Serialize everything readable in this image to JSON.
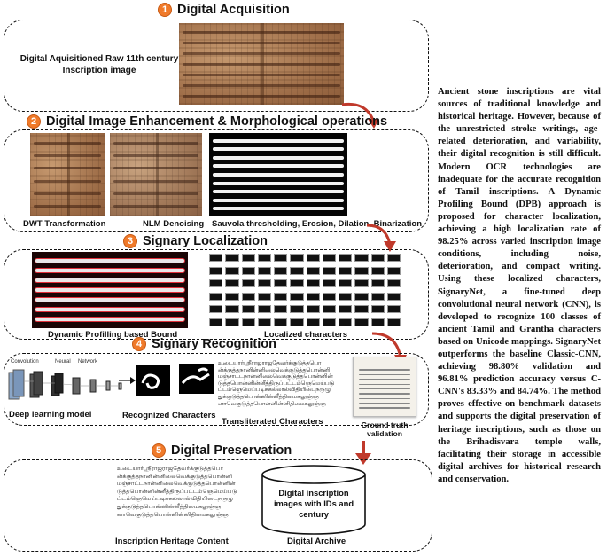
{
  "stages": [
    {
      "number": "1",
      "title": "Digital Acquisition"
    },
    {
      "number": "2",
      "title": "Digital Image Enhancement & Morphological operations"
    },
    {
      "number": "3",
      "title": "Signary Localization"
    },
    {
      "number": "4",
      "title": "Signary Recognition"
    },
    {
      "number": "5",
      "title": "Digital Preservation"
    }
  ],
  "acquisition": {
    "caption": "Digital Aquisitioned Raw 11th century Inscription image"
  },
  "enhancement": {
    "dwt_label": "DWT Transformation",
    "nlm_label": "NLM Denoising",
    "morph_label": "Sauvola thresholding, Erosion, Dilation, Binarization"
  },
  "localization": {
    "dpb_label": "Dynamic Profilling based Bound",
    "chars_label": "Localized characters"
  },
  "recognition": {
    "dl_label": "Deep learning model",
    "recognized_label": "Recognized Characters",
    "transliterated_label": "Transliterated Characters",
    "ground_truth_label": "Ground truth validation",
    "net_layer_labels": [
      "Convolution",
      "Neural",
      "Network"
    ],
    "transliteration_text": "உடையார்ஸ்ரீராஜராஜதேவர்க்குடுத்தபொ\nன்க்குத்தநானின்னிலைவெக்குடுத்தபொன்னி\nமஞ்சாட்டநான்னிலைவெக்குடுத்தபொன்னின்\nடுத்தபொன்னின்னீத்திருப்பட்டம்ஞெமெய்படு\nட்டம்ஞெமெய்படிசுகல்லால்விதியிடைநருழு\nதுக்குடுத்தபொன்னின்னீத்திமைகலுஞ்ஞ\nனாவெகுடுத்தபொன்னின்னிதிமைகலுஞ்ஞ"
  },
  "preservation": {
    "heritage_label": "Inscription Heritage Content",
    "archive_text": "Digital inscription images with IDs and century",
    "archive_label": "Digital Archive",
    "heritage_text": "உடையார்ஸ்ரீராஜராஜதேவர்க்குடுத்தபொ\nன்க்குத்தநானின்னிலைவெக்குடுத்தபொன்னி\nமஞ்சாட்டநான்னிலைவெக்குடுத்தபொன்னின்\nடுத்தபொன்னின்னீத்திருப்பட்டம்ஞெமெய்படு\nட்டம்ஞெமெய்படிசுகல்லால்விதியிடைநருழு\nதுக்குடுத்தபொன்னின்னீத்திமைகலுஞ்ஞ\nனாவெகுடுத்தபொன்னின்னிதிமைகலுஞ்ஞ"
  },
  "description": "Ancient stone inscriptions are vital sources of traditional knowledge and historical heritage. However, because of the unrestricted stroke writings, age-related deterioration, and variability, their digital recognition is still difficult. Modern OCR technologies are inadequate for the accurate recognition of Tamil inscriptions. A Dynamic Profiling Bound (DPB) approach is proposed for character localization, achieving a high localization rate of 98.25% across varied inscription image conditions, including noise, deterioration, and compact writing. Using these localized characters, SignaryNet, a fine-tuned deep convolutional neural network (CNN), is developed to recognize 100 classes of ancient Tamil and Grantha characters based on Unicode mappings. SignaryNet outperforms the baseline Classic-CNN, achieving 98.80% validation and 96.81% prediction accuracy versus C-CNN's 83.33% and 84.74%. The method proves effective on benchmark datasets and supports the digital preservation of heritage inscriptions, such as those on the Brihadisvara temple walls, facilitating their storage in accessible digital archives for historical research and conservation.",
  "colors": {
    "accent": "#f07a2a",
    "arrow": "#c0392b"
  }
}
